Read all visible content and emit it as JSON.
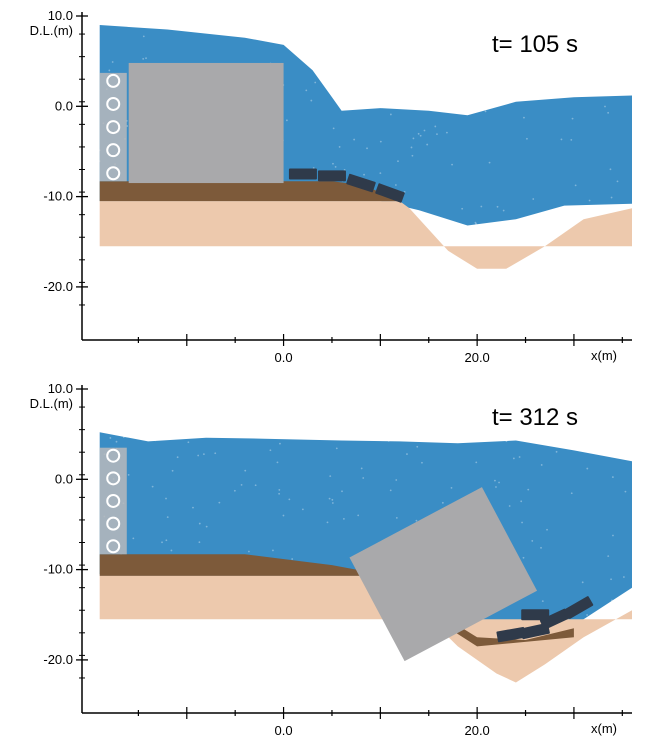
{
  "chart_data": [
    {
      "type": "scatter",
      "title": "",
      "time_label": "t= 105 s",
      "ylabel": "D.L.(m)",
      "xlabel": "x(m)",
      "y_ticks": [
        "10.0",
        "0.0",
        "-10.0",
        "-20.0"
      ],
      "y_tick_values": [
        10,
        0,
        -10,
        -20
      ],
      "x_ticks": [
        "0.0",
        "20.0"
      ],
      "x_tick_values": [
        0,
        20
      ],
      "xlim": [
        -20,
        36
      ],
      "ylim": [
        -23,
        10
      ],
      "grid": false,
      "colors": {
        "water": "#3a8dc5",
        "caisson": "#a9a9ab",
        "mound": "#7d5a3a",
        "seabed": "#edc9ad",
        "blocks": "#2f3a4a",
        "breakwater": "#b9b9bb"
      },
      "water_surface": [
        [
          -19,
          9.0
        ],
        [
          -12,
          8.5
        ],
        [
          -4,
          7.6
        ],
        [
          0,
          6.8
        ],
        [
          3,
          4.0
        ],
        [
          5,
          1.0
        ],
        [
          6,
          -0.5
        ],
        [
          10,
          -0.2
        ],
        [
          15,
          -0.5
        ],
        [
          19,
          -1.0
        ],
        [
          24,
          0.5
        ],
        [
          30,
          1.0
        ],
        [
          36,
          1.2
        ]
      ],
      "water_bottom": [
        [
          -19,
          -10.5
        ],
        [
          10,
          -10.5
        ],
        [
          14,
          -11.5
        ],
        [
          19,
          -13.2
        ],
        [
          24,
          -12.5
        ],
        [
          29,
          -11.0
        ],
        [
          36,
          -10.8
        ]
      ],
      "caisson": {
        "x": [
          -16,
          0
        ],
        "y": [
          -8.5,
          4.8
        ],
        "angle_deg": 0
      },
      "mound": [
        [
          -19,
          -8.3
        ],
        [
          5,
          -8.3
        ],
        [
          8,
          -8.7
        ],
        [
          10,
          -9.5
        ],
        [
          12,
          -10.5
        ],
        [
          -19,
          -10.5
        ]
      ],
      "seabed": [
        [
          -19,
          -10.5
        ],
        [
          12,
          -10.5
        ],
        [
          13,
          -11.3
        ],
        [
          17,
          -16
        ],
        [
          20,
          -18
        ],
        [
          23,
          -18
        ],
        [
          27,
          -15.5
        ],
        [
          31,
          -12.5
        ],
        [
          36,
          -11.3
        ],
        [
          36,
          -15.5
        ],
        [
          -19,
          -15.5
        ]
      ],
      "armor_blocks": [
        {
          "x": 2,
          "y": -7.5,
          "angle": 0
        },
        {
          "x": 5,
          "y": -7.7,
          "angle": 0
        },
        {
          "x": 8,
          "y": -8.5,
          "angle": 18
        },
        {
          "x": 11,
          "y": -9.6,
          "angle": 20
        }
      ]
    },
    {
      "type": "scatter",
      "title": "",
      "time_label": "t= 312 s",
      "ylabel": "D.L.(m)",
      "xlabel": "x(m)",
      "y_ticks": [
        "10.0",
        "0.0",
        "-10.0",
        "-20.0"
      ],
      "y_tick_values": [
        10,
        0,
        -10,
        -20
      ],
      "x_ticks": [
        "0.0",
        "20.0"
      ],
      "x_tick_values": [
        0,
        20
      ],
      "xlim": [
        -20,
        36
      ],
      "ylim": [
        -23,
        10
      ],
      "grid": false,
      "colors": {
        "water": "#3a8dc5",
        "caisson": "#a9a9ab",
        "mound": "#7d5a3a",
        "seabed": "#edc9ad",
        "blocks": "#2f3a4a",
        "breakwater": "#b9b9bb"
      },
      "water_surface": [
        [
          -19,
          5.2
        ],
        [
          -14,
          4.2
        ],
        [
          -8,
          4.6
        ],
        [
          -2,
          4.5
        ],
        [
          6,
          4.3
        ],
        [
          12,
          4.2
        ],
        [
          18,
          4.0
        ],
        [
          24,
          4.3
        ],
        [
          30,
          3.2
        ],
        [
          36,
          2.0
        ]
      ],
      "water_bottom": [
        [
          -19,
          -10.5
        ],
        [
          10,
          -10.5
        ],
        [
          14,
          -13.0
        ],
        [
          18,
          -17.5
        ],
        [
          22,
          -19
        ],
        [
          26,
          -18.5
        ],
        [
          31,
          -15.5
        ],
        [
          36,
          -12.0
        ]
      ],
      "caisson": {
        "cx": 16.5,
        "cy": -10.5,
        "w": 15.5,
        "h": 13.0,
        "angle_deg": -28
      },
      "mound": [
        [
          -19,
          -8.3
        ],
        [
          -4,
          -8.3
        ],
        [
          5,
          -9.5
        ],
        [
          10,
          -10.5
        ],
        [
          14,
          -13.5
        ],
        [
          20,
          -17.5
        ],
        [
          25,
          -17.8
        ],
        [
          30,
          -16.5
        ],
        [
          30,
          -17.5
        ],
        [
          20,
          -18.5
        ],
        [
          12,
          -13
        ],
        [
          8,
          -10.7
        ],
        [
          -19,
          -10.7
        ]
      ],
      "seabed": [
        [
          -19,
          -10.7
        ],
        [
          10,
          -10.7
        ],
        [
          13,
          -13.2
        ],
        [
          18,
          -18.5
        ],
        [
          22,
          -21.5
        ],
        [
          24,
          -22.5
        ],
        [
          27,
          -20.5
        ],
        [
          31,
          -17.5
        ],
        [
          36,
          -14.5
        ],
        [
          36,
          -15.5
        ],
        [
          -19,
          -15.5
        ]
      ],
      "armor_blocks": [
        {
          "x": 23.5,
          "y": -17.2,
          "angle": -10
        },
        {
          "x": 26,
          "y": -16.8,
          "angle": -12
        },
        {
          "x": 28,
          "y": -15.5,
          "angle": -25
        },
        {
          "x": 30.5,
          "y": -14.2,
          "angle": -30
        },
        {
          "x": 26,
          "y": -15.0,
          "angle": 0
        }
      ]
    }
  ]
}
